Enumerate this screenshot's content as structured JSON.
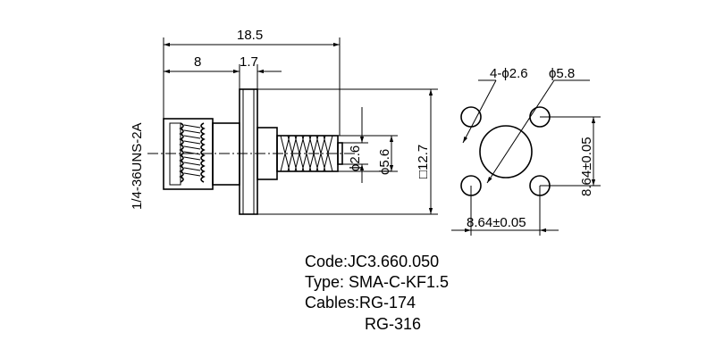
{
  "dimensions": {
    "overall_length": "18.5",
    "body_length": "8",
    "flange_thickness": "1.7",
    "thread": "1/4-36UNS-2A",
    "cable_dia": "ϕ2.6",
    "ferrule_dia": "ϕ5.6",
    "flange_square": "□12.7",
    "holes": "4-ϕ2.6",
    "center_hole": "ϕ5.8",
    "hole_spacing_vertical": "8.64±0.05",
    "hole_spacing_horizontal": "8.64±0.05"
  },
  "specs": {
    "code": "Code:JC3.660.050",
    "type": "Type: SMA-C-KF1.5",
    "cables_1": "Cables:RG-174",
    "cables_2": "RG-316"
  }
}
